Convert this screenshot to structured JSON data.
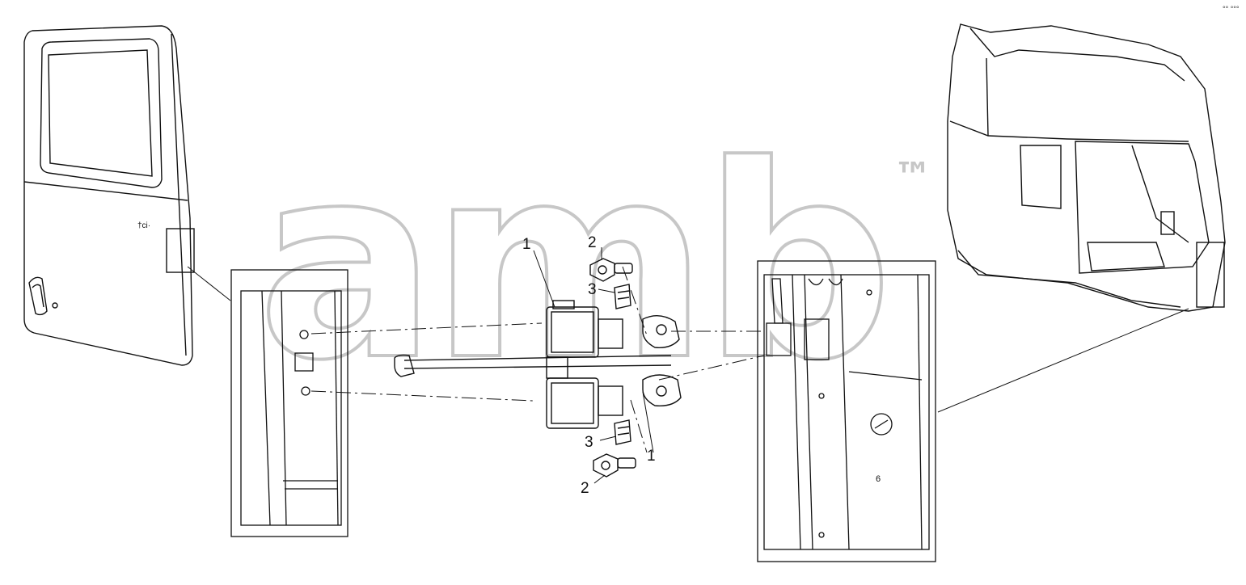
{
  "watermark": {
    "text": "amb",
    "trademark": "™",
    "stroke_color": "#9a9a9a"
  },
  "callouts": {
    "part_1": "1",
    "part_2_top": "2",
    "part_3_top": "3",
    "part_3_bottom": "3",
    "part_2_bottom": "2",
    "part_1_lower": "1"
  },
  "corner_mark": "°° °°°",
  "colors": {
    "line": "#111111",
    "background": "#ffffff"
  }
}
